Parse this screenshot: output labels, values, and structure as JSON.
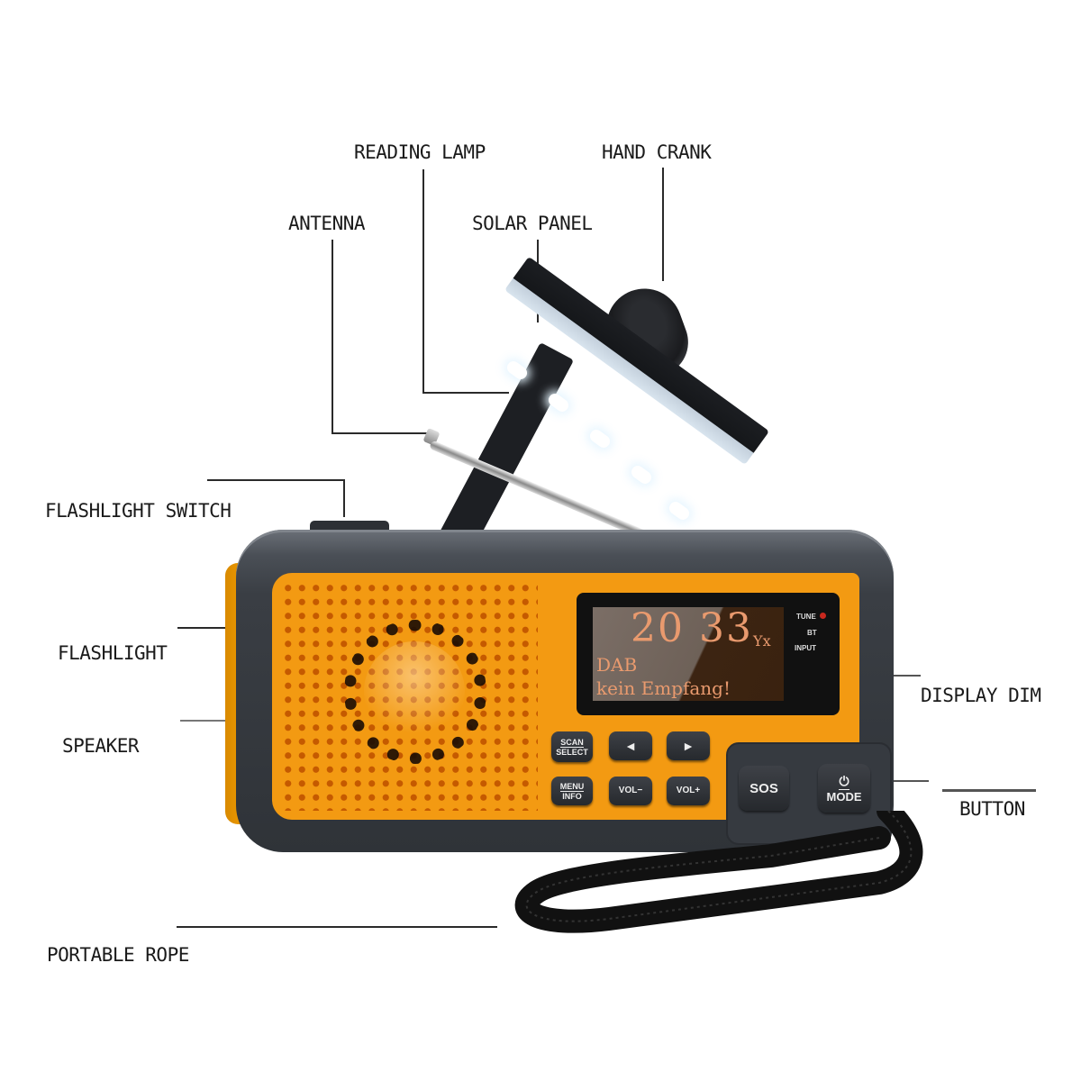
{
  "diagram": {
    "subject": "Emergency hand-crank DAB radio, labeled product diagram",
    "labels": {
      "reading_lamp": "READING LAMP",
      "hand_crank": "HAND CRANK",
      "antenna": "ANTENNA",
      "solar_panel": "SOLAR PANEL",
      "flashlight_switch": "FLASHLIGHT SWITCH",
      "flashlight": "FLASHLIGHT",
      "speaker": "SPEAKER",
      "display_dim": "DISPLAY DIM",
      "power_mode_button_line1": "",
      "power_mode_button_line2": "BUTTON",
      "portable_rope": "PORTABLE ROPE"
    },
    "display": {
      "time": "20 33",
      "sub": "Yx",
      "line1": "DAB",
      "line2": "kein Empfang!",
      "indicators": [
        "TUNE",
        "BT",
        "INPUT"
      ]
    },
    "buttons": {
      "scan_top": "SCAN",
      "scan_bottom": "SELECT",
      "menu_top": "MENU",
      "menu_bottom": "INFO",
      "prev": "◄",
      "next": "►",
      "vol_down": "VOL−",
      "vol_up": "VOL+",
      "sos": "SOS",
      "power_icon": "⏻",
      "mode": "MODE"
    },
    "colors": {
      "body_orange": "#f39a12",
      "body_dark": "#3a3e44",
      "lcd_text": "#e99a6e",
      "tune_indicator": "#c8281e"
    }
  }
}
